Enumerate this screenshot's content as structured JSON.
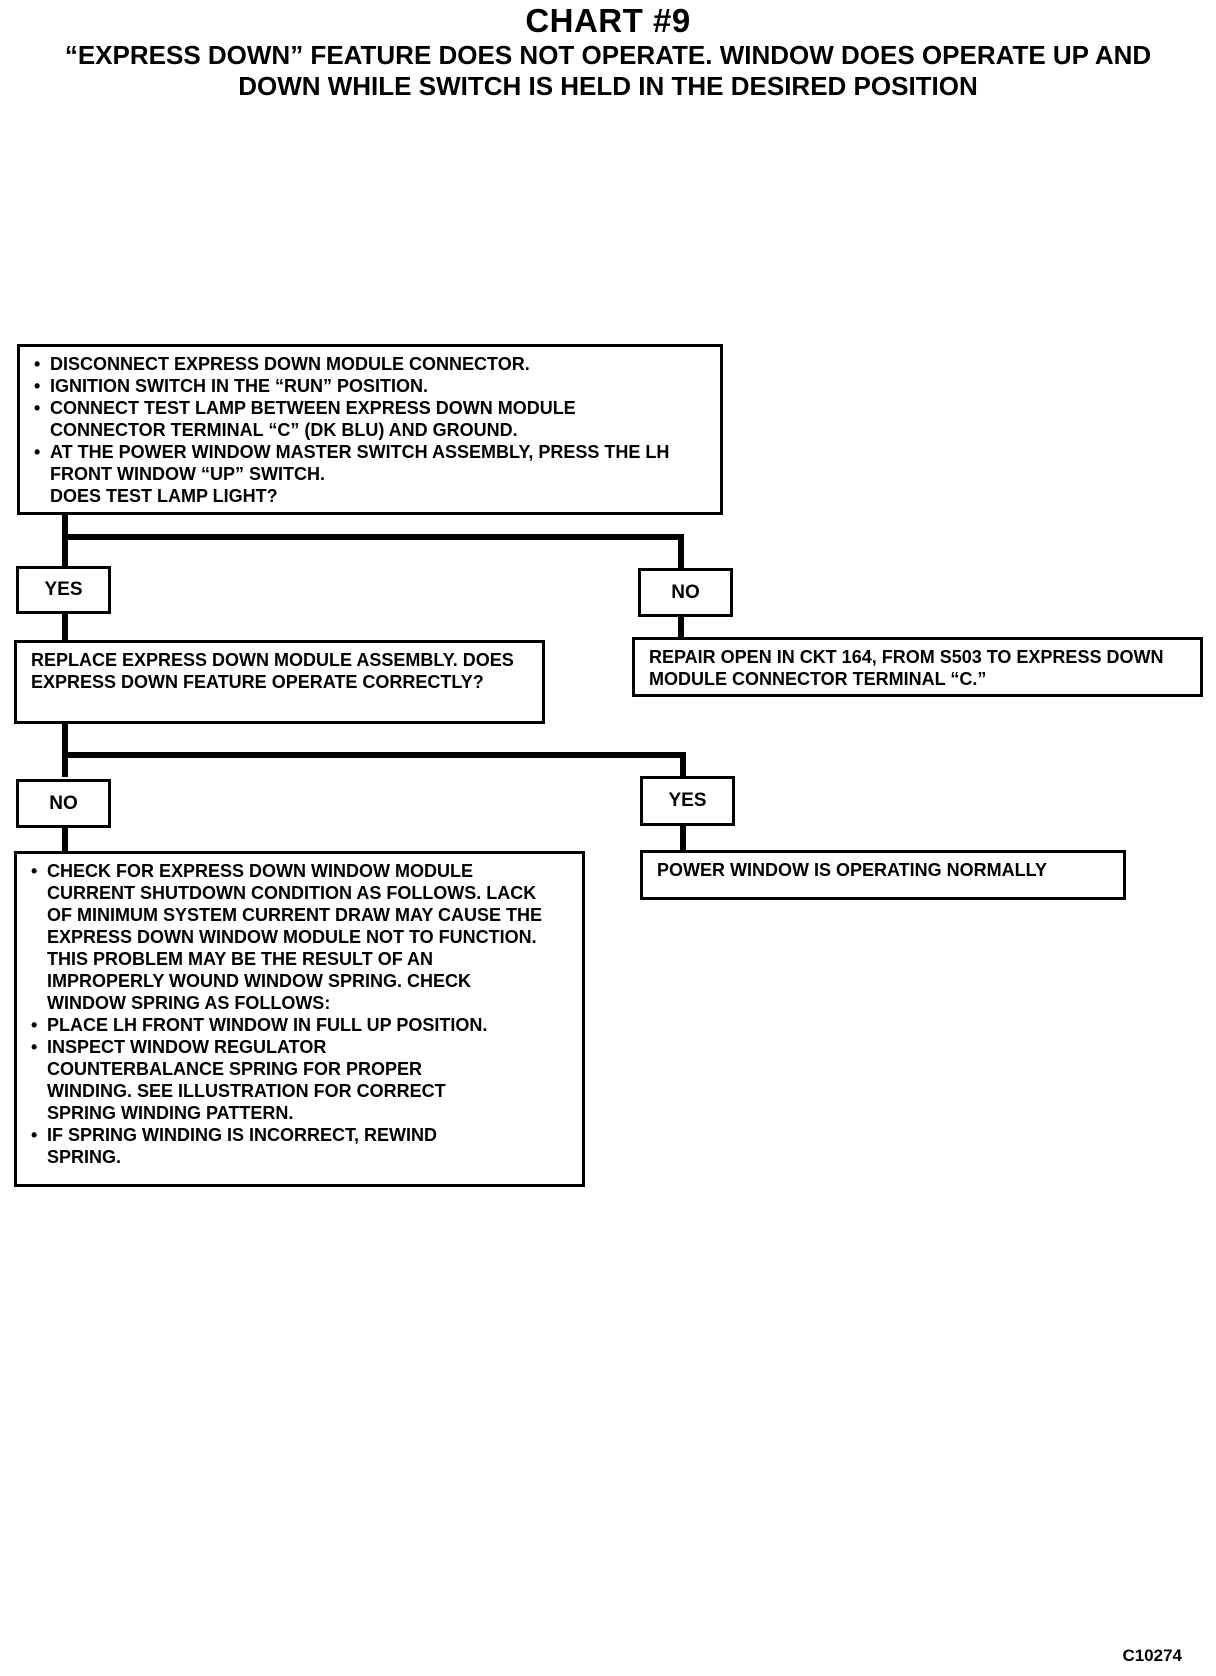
{
  "header": {
    "title": "CHART #9",
    "subtitle_line1": "“EXPRESS DOWN” FEATURE DOES NOT OPERATE. WINDOW DOES OPERATE UP AND",
    "subtitle_line2": "DOWN WHILE SWITCH IS HELD IN THE DESIRED POSITION"
  },
  "step1": {
    "bullets": [
      "DISCONNECT EXPRESS DOWN MODULE CONNECTOR.",
      "IGNITION SWITCH IN THE “RUN” POSITION.",
      "CONNECT TEST LAMP BETWEEN EXPRESS DOWN MODULE CONNECTOR TERMINAL “C” (DK BLU) AND GROUND.",
      "AT THE POWER WINDOW MASTER SWITCH ASSEMBLY, PRESS THE LH FRONT WINDOW “UP” SWITCH."
    ],
    "question": "DOES TEST LAMP LIGHT?"
  },
  "labels": {
    "yes1": "YES",
    "no1": "NO",
    "no2": "NO",
    "yes2": "YES"
  },
  "step2": {
    "text": "REPLACE EXPRESS DOWN MODULE ASSEMBLY. DOES EXPRESS DOWN FEATURE OPERATE CORRECTLY?"
  },
  "repair": {
    "text": "REPAIR OPEN IN CKT 164, FROM S503 TO EXPRESS DOWN MODULE CONNECTOR TERMINAL “C.”"
  },
  "step3": {
    "bullets": [
      "CHECK FOR EXPRESS DOWN WINDOW MODULE CURRENT SHUTDOWN CONDITION AS FOLLOWS. LACK OF MINIMUM SYSTEM CURRENT DRAW MAY CAUSE THE EXPRESS DOWN WINDOW MODULE NOT TO FUNCTION. THIS PROBLEM MAY BE THE RESULT OF AN IMPROPERLY WOUND WINDOW SPRING. CHECK WINDOW SPRING AS FOLLOWS:",
      "PLACE LH FRONT WINDOW IN FULL UP POSITION.",
      "INSPECT WINDOW REGULATOR COUNTERBALANCE SPRING FOR PROPER WINDING. SEE ILLUSTRATION FOR CORRECT SPRING WINDING PATTERN.",
      "IF SPRING WINDING IS INCORRECT, REWIND SPRING."
    ]
  },
  "normal": {
    "text": "POWER WINDOW IS OPERATING NORMALLY"
  },
  "figure_id": "C10274"
}
